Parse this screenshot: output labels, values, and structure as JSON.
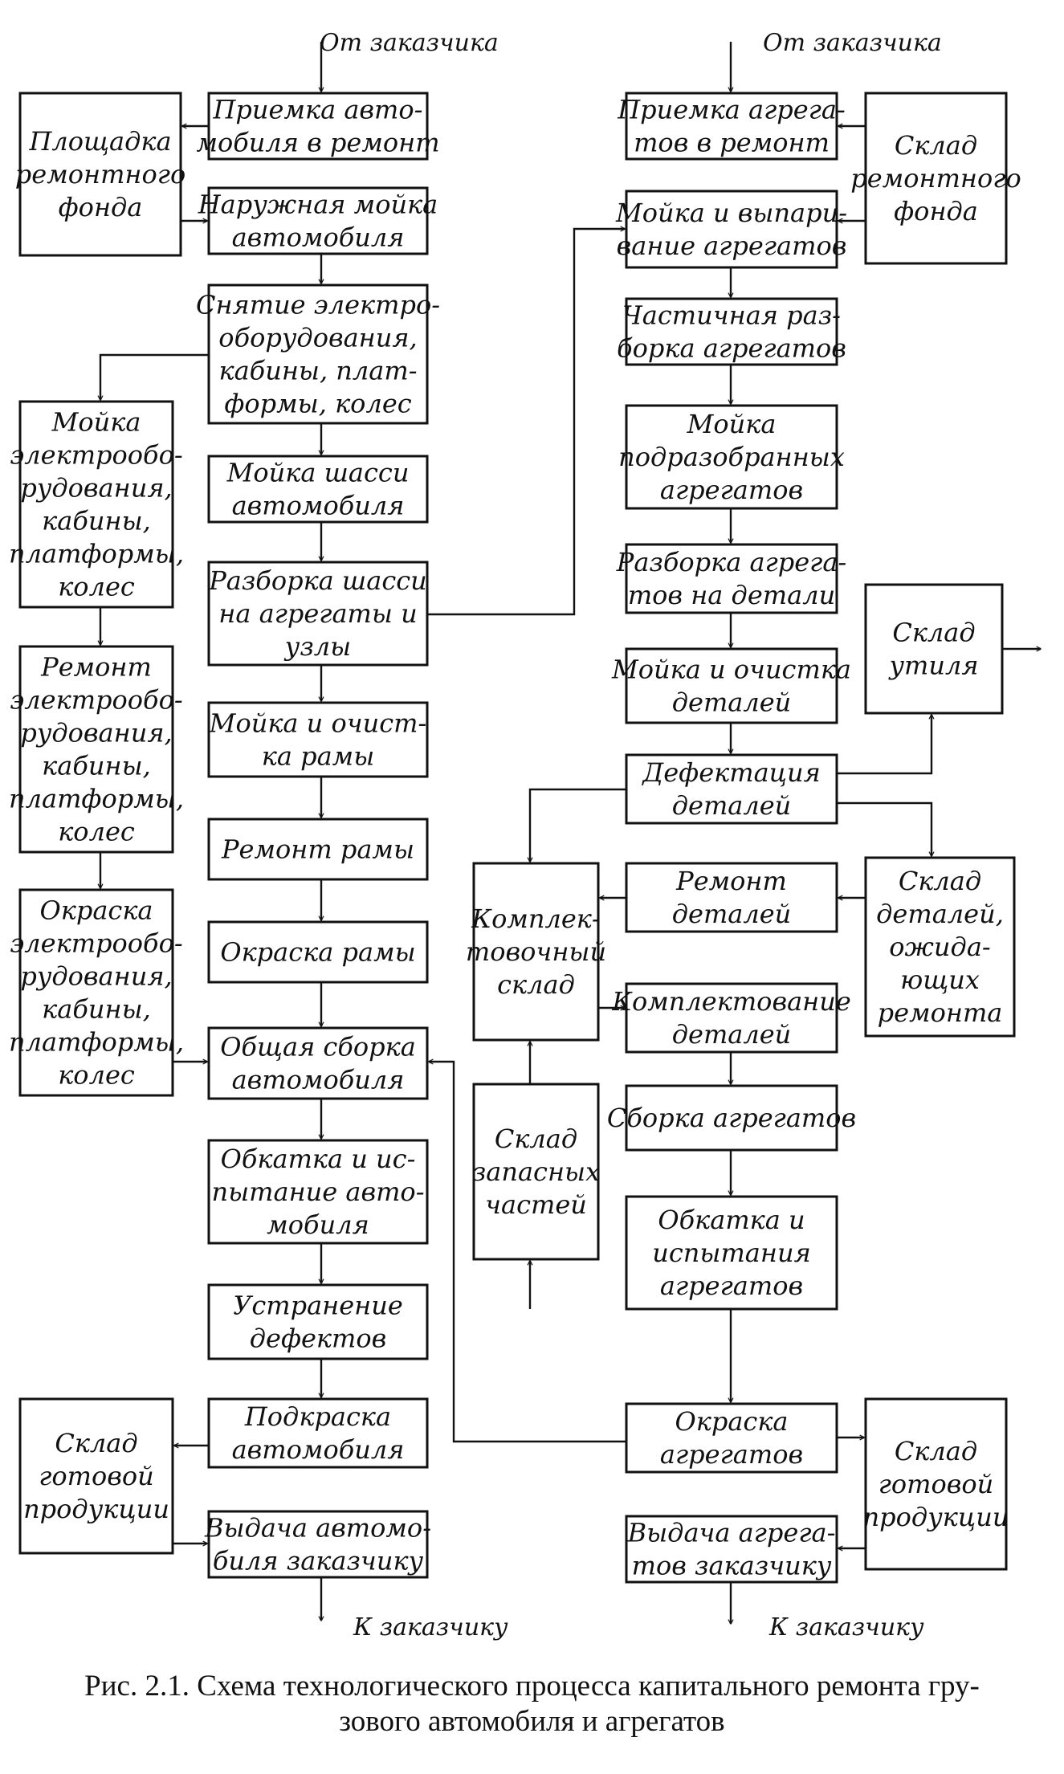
{
  "nodes": [
    {
      "id": "priemka_avto",
      "lines": [
        "Приемка авто-",
        "мобиля в ремонт"
      ]
    },
    {
      "id": "ploschadka_remfonda",
      "lines": [
        "Площадка",
        "ремонтного",
        "фонда"
      ]
    },
    {
      "id": "naruzhnaya_moika",
      "lines": [
        "Наружная мойка",
        "автомобиля"
      ]
    },
    {
      "id": "snyatie_elektro",
      "lines": [
        "Снятие электро-",
        "оборудования,",
        "кабины, плат-",
        "формы, колес"
      ]
    },
    {
      "id": "moika_elektro",
      "lines": [
        "Мойка",
        "электрообо-",
        "рудования,",
        "кабины,",
        "платформы,",
        "колес"
      ]
    },
    {
      "id": "moika_shassi",
      "lines": [
        "Мойка шасси",
        "автомобиля"
      ]
    },
    {
      "id": "razborka_shassi",
      "lines": [
        "Разборка шасси",
        "на агрегаты и",
        "узлы"
      ]
    },
    {
      "id": "remont_elektro",
      "lines": [
        "Ремонт",
        "электрообо-",
        "рудования,",
        "кабины,",
        "платформы,",
        "колес"
      ]
    },
    {
      "id": "moika_ramy",
      "lines": [
        "Мойка и очист-",
        "ка рамы"
      ]
    },
    {
      "id": "remont_ramy",
      "lines": [
        "Ремонт рамы"
      ]
    },
    {
      "id": "okraska_elektro",
      "lines": [
        "Окраска",
        "электрообо-",
        "рудования,",
        "кабины,",
        "платформы,",
        "колес"
      ]
    },
    {
      "id": "okraska_ramy",
      "lines": [
        "Окраска рамы"
      ]
    },
    {
      "id": "obschaya_sborka",
      "lines": [
        "Общая сборка",
        "автомобиля"
      ]
    },
    {
      "id": "obkatka_avto",
      "lines": [
        "Обкатка и ис-",
        "пытание авто-",
        "мобиля"
      ]
    },
    {
      "id": "ustranenie_defektov",
      "lines": [
        "Устранение",
        "дефектов"
      ]
    },
    {
      "id": "podkraska_avto",
      "lines": [
        "Подкраска",
        "автомобиля"
      ]
    },
    {
      "id": "sklad_gotovoi_left",
      "lines": [
        "Склад",
        "готовой",
        "продукции"
      ]
    },
    {
      "id": "vydacha_avto",
      "lines": [
        "Выдача автомо-",
        "биля заказчику"
      ]
    },
    {
      "id": "priemka_agregatov",
      "lines": [
        "Приемка агрега-",
        "тов в ремонт"
      ]
    },
    {
      "id": "sklad_remfonda",
      "lines": [
        "Склад",
        "ремонтного",
        "фонда"
      ]
    },
    {
      "id": "moika_vyparivanie",
      "lines": [
        "Мойка и выпари-",
        "вание агрегатов"
      ]
    },
    {
      "id": "chastichnaya_razborka",
      "lines": [
        "Частичная раз-",
        "борка агрегатов"
      ]
    },
    {
      "id": "moika_podrazobrannyh",
      "lines": [
        "Мойка",
        "подразобранных",
        "агрегатов"
      ]
    },
    {
      "id": "razborka_na_detali",
      "lines": [
        "Разборка агрега-",
        "тов на детали"
      ]
    },
    {
      "id": "sklad_utilya",
      "lines": [
        "Склад",
        "утиля"
      ]
    },
    {
      "id": "moika_detalei",
      "lines": [
        "Мойка и очистка",
        "деталей"
      ]
    },
    {
      "id": "defektaciya",
      "lines": [
        "Дефектация",
        "деталей"
      ]
    },
    {
      "id": "komplektovochny_sklad",
      "lines": [
        "Комплек-",
        "товочный",
        "склад"
      ]
    },
    {
      "id": "remont_detalei",
      "lines": [
        "Ремонт",
        "деталей"
      ]
    },
    {
      "id": "sklad_ozhidayuschih",
      "lines": [
        "Склад",
        "деталей,",
        "ожида-",
        "ющих",
        "ремонта"
      ]
    },
    {
      "id": "komplektovanie",
      "lines": [
        "Комплектование",
        "деталей"
      ]
    },
    {
      "id": "sklad_zapchastei",
      "lines": [
        "Склад",
        "запасных",
        "частей"
      ]
    },
    {
      "id": "sborka_agregatov",
      "lines": [
        "Сборка агрегатов"
      ]
    },
    {
      "id": "obkatka_agregatov",
      "lines": [
        "Обкатка и",
        "испытания",
        "агрегатов"
      ]
    },
    {
      "id": "okraska_agregatov",
      "lines": [
        "Окраска",
        "агрегатов"
      ]
    },
    {
      "id": "sklad_gotovoi_right",
      "lines": [
        "Склад",
        "готовой",
        "продукции"
      ]
    },
    {
      "id": "vydacha_agregatov",
      "lines": [
        "Выдача агрега-",
        "тов заказчику"
      ]
    }
  ],
  "external_labels": [
    {
      "id": "from_customer_left",
      "text": "От заказчика"
    },
    {
      "id": "from_customer_right",
      "text": "От заказчика"
    },
    {
      "id": "to_customer_left",
      "text": "К заказчику"
    },
    {
      "id": "to_customer_right",
      "text": "К заказчику"
    }
  ],
  "edges": [
    [
      "from_customer_left",
      "priemka_avto"
    ],
    [
      "priemka_avto",
      "ploschadka_remfonda"
    ],
    [
      "ploschadka_remfonda",
      "naruzhnaya_moika"
    ],
    [
      "naruzhnaya_moika",
      "snyatie_elektro"
    ],
    [
      "snyatie_elektro",
      "moika_shassi"
    ],
    [
      "snyatie_elektro",
      "moika_elektro"
    ],
    [
      "moika_shassi",
      "razborka_shassi"
    ],
    [
      "razborka_shassi",
      "moika_ramy"
    ],
    [
      "razborka_shassi",
      "moika_vyparivanie"
    ],
    [
      "moika_ramy",
      "remont_ramy"
    ],
    [
      "remont_ramy",
      "okraska_ramy"
    ],
    [
      "okraska_ramy",
      "obschaya_sborka"
    ],
    [
      "moika_elektro",
      "remont_elektro"
    ],
    [
      "remont_elektro",
      "okraska_elektro"
    ],
    [
      "okraska_elektro",
      "obschaya_sborka"
    ],
    [
      "obschaya_sborka",
      "obkatka_avto"
    ],
    [
      "obkatka_avto",
      "ustranenie_defektov"
    ],
    [
      "ustranenie_defektov",
      "podkraska_avto"
    ],
    [
      "podkraska_avto",
      "sklad_gotovoi_left"
    ],
    [
      "sklad_gotovoi_left",
      "vydacha_avto"
    ],
    [
      "vydacha_avto",
      "to_customer_left"
    ],
    [
      "from_customer_right",
      "priemka_agregatov"
    ],
    [
      "priemka_agregatov",
      "sklad_remfonda"
    ],
    [
      "sklad_remfonda",
      "moika_vyparivanie"
    ],
    [
      "moika_vyparivanie",
      "chastichnaya_razborka"
    ],
    [
      "chastichnaya_razborka",
      "moika_podrazobrannyh"
    ],
    [
      "moika_podrazobrannyh",
      "razborka_na_detali"
    ],
    [
      "razborka_na_detali",
      "moika_detalei"
    ],
    [
      "moika_detalei",
      "defektaciya"
    ],
    [
      "defektaciya",
      "sklad_utilya"
    ],
    [
      "sklad_utilya",
      "out"
    ],
    [
      "defektaciya",
      "komplektovochny_sklad"
    ],
    [
      "defektaciya",
      "sklad_ozhidayuschih"
    ],
    [
      "sklad_ozhidayuschih",
      "remont_detalei"
    ],
    [
      "remont_detalei",
      "komplektovochny_sklad"
    ],
    [
      "komplektovochny_sklad",
      "komplektovanie"
    ],
    [
      "sklad_zapchastei",
      "komplektovochny_sklad"
    ],
    [
      "in",
      "sklad_zapchastei"
    ],
    [
      "komplektovanie",
      "sborka_agregatov"
    ],
    [
      "sborka_agregatov",
      "obkatka_agregatov"
    ],
    [
      "obkatka_agregatov",
      "okraska_agregatov"
    ],
    [
      "okraska_agregatov",
      "obschaya_sborka"
    ],
    [
      "okraska_agregatov",
      "sklad_gotovoi_right"
    ],
    [
      "sklad_gotovoi_right",
      "vydacha_agregatov"
    ],
    [
      "vydacha_agregatov",
      "to_customer_right"
    ]
  ],
  "caption": {
    "line1": "Рис. 2.1. Схема технологического процесса капитального ремонта гру-",
    "line2": "зового автомобиля и агрегатов"
  }
}
